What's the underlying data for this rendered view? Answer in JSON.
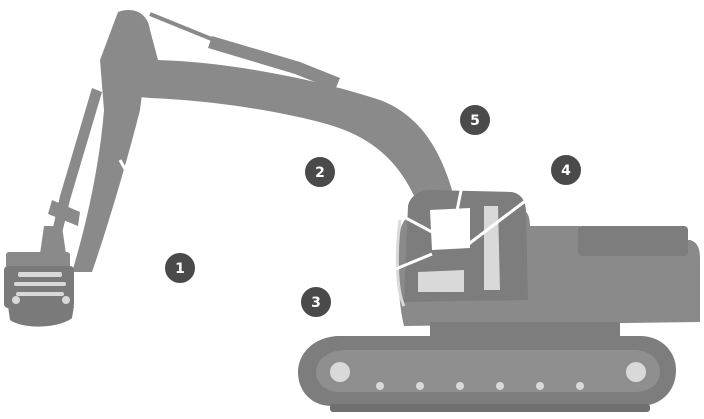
{
  "colors": {
    "machine": "#8a8a8a",
    "machine_dark": "#6f6f6f",
    "detail": "#d9d9d9",
    "window": "#ffffff",
    "marker": "#4a4a4a",
    "marker_text": "#ffffff",
    "leader_line": "#ffffff"
  },
  "callouts": [
    {
      "label": "1",
      "part": "boom"
    },
    {
      "label": "2",
      "part": "cab-left"
    },
    {
      "label": "3",
      "part": "cab-lower"
    },
    {
      "label": "4",
      "part": "cab-right"
    },
    {
      "label": "5",
      "part": "cab-window"
    }
  ]
}
